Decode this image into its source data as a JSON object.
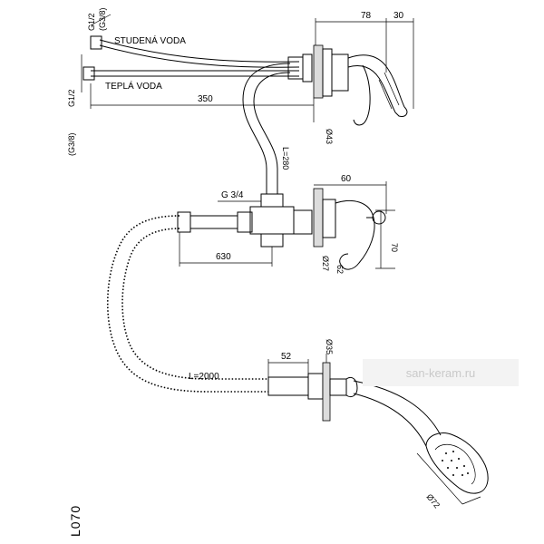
{
  "labels": {
    "dim_78": "78",
    "dim_30": "30",
    "g12_top": "G1/2",
    "g38_top": "(G3/8)",
    "studena_voda": "STUDENÁ VODA",
    "tepla_voda": "TEPLÁ VODA",
    "g12_left": "G1/2",
    "g38_left": "(G3/8)",
    "dim_350": "350",
    "dia_43": "Ø43",
    "dim_L280": "L=280",
    "dim_60": "60",
    "g34": "G 3/4",
    "dim_70": "70",
    "dim_630": "630",
    "dia_27": "Ø27",
    "dim_62": "62",
    "dia_35": "Ø35",
    "dim_52": "52",
    "dim_L2000": "L=2000",
    "dia_72": "Ø72",
    "product_code": "L070"
  },
  "watermark": "san-keram.ru",
  "colors": {
    "line": "#000000",
    "wall_fill": "#dcdcdc",
    "watermark_text": "#c9c9c9",
    "watermark_bg": "#f3f3f3"
  }
}
